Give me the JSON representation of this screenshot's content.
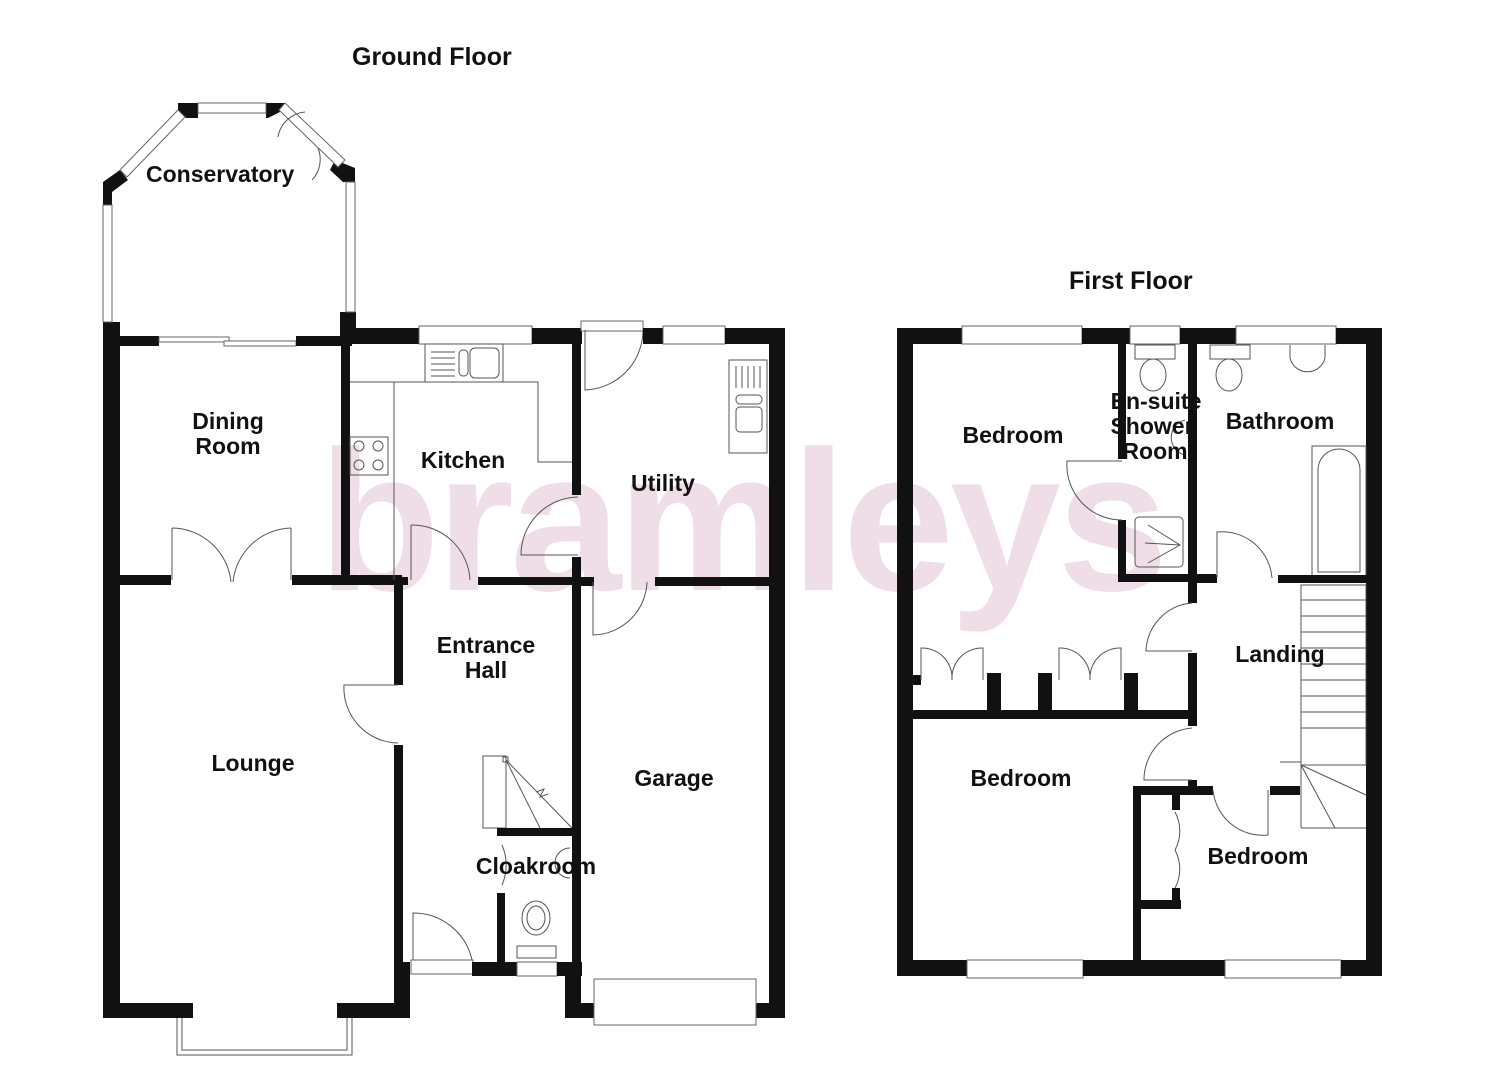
{
  "watermark": {
    "text": "bramleys",
    "color": "#c98ab0"
  },
  "colors": {
    "walls": "#111111",
    "fixtures": "#555555",
    "background": "#ffffff"
  },
  "ground_floor": {
    "title": "Ground Floor",
    "rooms": [
      {
        "id": "conservatory",
        "label": "Conservatory"
      },
      {
        "id": "dining-room",
        "label_line1": "Dining",
        "label_line2": "Room"
      },
      {
        "id": "kitchen",
        "label": "Kitchen"
      },
      {
        "id": "utility",
        "label": "Utility"
      },
      {
        "id": "lounge",
        "label": "Lounge"
      },
      {
        "id": "entrance-hall",
        "label_line1": "Entrance",
        "label_line2": "Hall"
      },
      {
        "id": "cloakroom",
        "label": "Cloakroom"
      },
      {
        "id": "garage",
        "label": "Garage"
      }
    ]
  },
  "first_floor": {
    "title": "First Floor",
    "rooms": [
      {
        "id": "bedroom-1",
        "label": "Bedroom"
      },
      {
        "id": "en-suite",
        "label_line1": "En-suite",
        "label_line2": "Shower",
        "label_line3": "Room"
      },
      {
        "id": "bathroom",
        "label": "Bathroom"
      },
      {
        "id": "landing",
        "label": "Landing"
      },
      {
        "id": "bedroom-2",
        "label": "Bedroom"
      },
      {
        "id": "bedroom-3",
        "label": "Bedroom"
      }
    ]
  }
}
